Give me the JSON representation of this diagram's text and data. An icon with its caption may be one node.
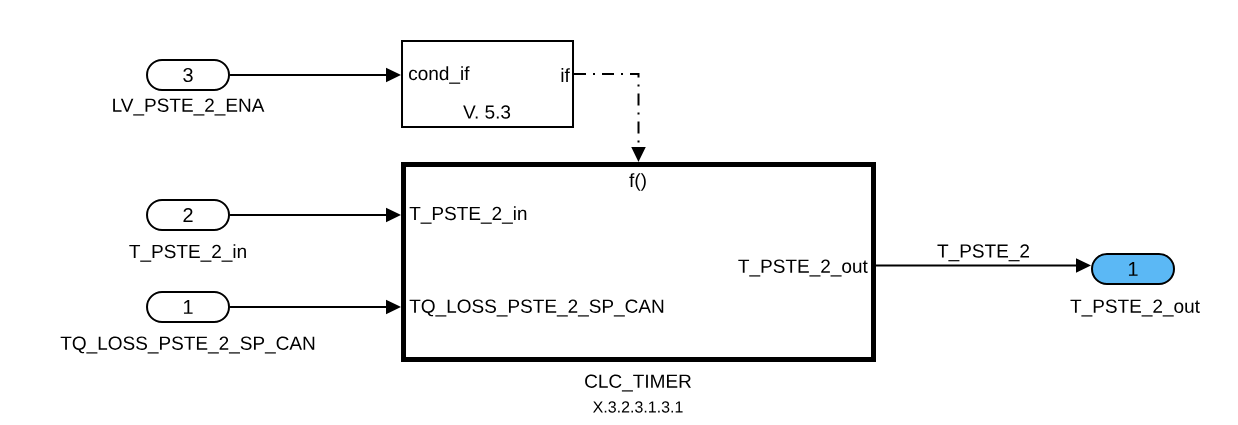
{
  "diagram": {
    "nodes": [
      {
        "text": [
          "3"
        ],
        "beside": [
          "LV_PSTE_2_ENA"
        ]
      },
      {
        "text": [
          "cond_if",
          "if",
          "V. 5.3"
        ]
      },
      {
        "text": [
          "2"
        ],
        "beside": [
          "T_PSTE_2_in"
        ]
      },
      {
        "text": [
          "1"
        ],
        "beside": [
          "TQ_LOSS_PSTE_2_SP_CAN"
        ]
      },
      {
        "text": [
          "f()",
          "T_PSTE_2_in",
          "TQ_LOSS_PSTE_2_SP_CAN",
          "T_PSTE_2_out"
        ],
        "beside": [
          "CLC_TIMER",
          "X.3.2.3.1.3.1"
        ]
      },
      {
        "text": [
          "1"
        ],
        "beside": [
          "T_PSTE_2_out"
        ]
      }
    ],
    "edges": [
      {
        "from": 0,
        "to": 1,
        "arrow": "to"
      },
      {
        "from": 1,
        "to": 4,
        "arrow": "to",
        "style": "dashed"
      },
      {
        "from": 2,
        "to": 4,
        "arrow": "to"
      },
      {
        "from": 3,
        "to": 4,
        "arrow": "to"
      },
      {
        "from": 4,
        "to": 5,
        "arrow": "to",
        "label": "T_PSTE_2"
      }
    ]
  }
}
